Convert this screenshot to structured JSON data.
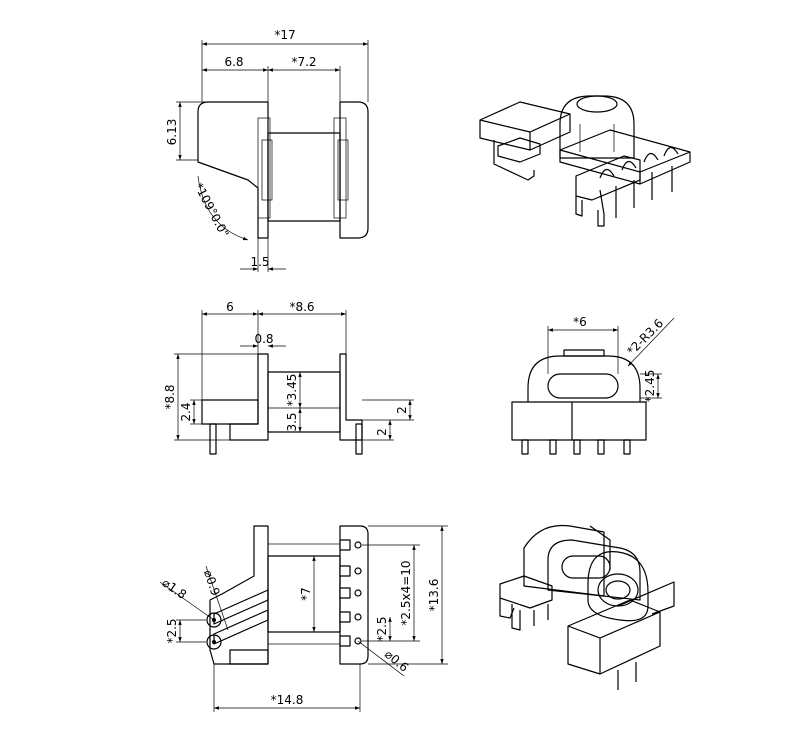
{
  "top_view": {
    "overall_width": "*17",
    "flange_width": "6.8",
    "winding_width": "*7.2",
    "height": "6.13",
    "angle": "*109°0.0\"",
    "wall": "1.5"
  },
  "front_view": {
    "base_width": "6",
    "body_width": "*8.6",
    "wall": "0.8",
    "total_height": "*8.8",
    "base_height": "2.4",
    "core_height": "*3.45",
    "pin_offset": "3.5",
    "flange_height": "2",
    "pin_length": "2"
  },
  "side_view": {
    "width": "*6",
    "radius": "*2-R3.6",
    "height": "*2.45"
  },
  "bottom_view": {
    "pin_hole_large": "⌀1.8",
    "pin_hole_med": "⌀0.9",
    "pitch_left": "*2.5",
    "core_length": "*7",
    "pitch_right": "*2.5",
    "pitch_total": "*2.5x4=10",
    "overall_height": "*13.6",
    "pin_small": "⌀0.6",
    "overall_width": "*14.8"
  }
}
